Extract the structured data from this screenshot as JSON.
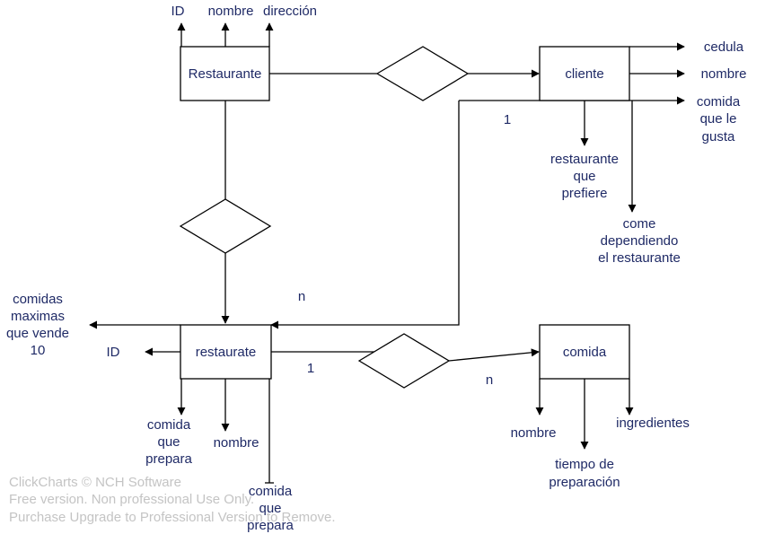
{
  "entities": {
    "restaurante_top": "Restaurante",
    "cliente": "cliente",
    "restaurate_bottom": "restaurate",
    "comida": "comida"
  },
  "restaurante_attributes": {
    "id": "ID",
    "nombre": "nombre",
    "direccion": "dirección"
  },
  "cliente_attributes": {
    "cedula": "cedula",
    "nombre": "nombre",
    "comida_que_le_gusta": [
      "comida",
      "que le",
      "gusta"
    ],
    "restaurante_que_prefiere": [
      "restaurante",
      "que",
      "prefiere"
    ],
    "come_dependiendo": [
      "come",
      "dependiendo",
      "el restaurante"
    ]
  },
  "restaurate_attributes": {
    "comidas_maximas": [
      "comidas",
      "maximas",
      "que vende",
      "10"
    ],
    "id": "ID",
    "comida_que_prepara_1": [
      "comida",
      "que",
      "prepara"
    ],
    "nombre": "nombre",
    "comida_que_prepara_2": [
      "comida",
      "que",
      "prepara"
    ]
  },
  "comida_attributes": {
    "nombre": "nombre",
    "tiempo_de_preparacion": [
      "tiempo de",
      "preparación"
    ],
    "ingredientes": "ingredientes"
  },
  "cardinalities": {
    "cliente_side": "1",
    "restaurate_side_n": "n",
    "restaurate_side_1": "1",
    "comida_side": "n"
  },
  "watermark": {
    "line1": "ClickCharts © NCH Software",
    "line2": "Free version. Non professional Use Only.",
    "line3": "Purchase Upgrade to Professional Version to Remove."
  }
}
